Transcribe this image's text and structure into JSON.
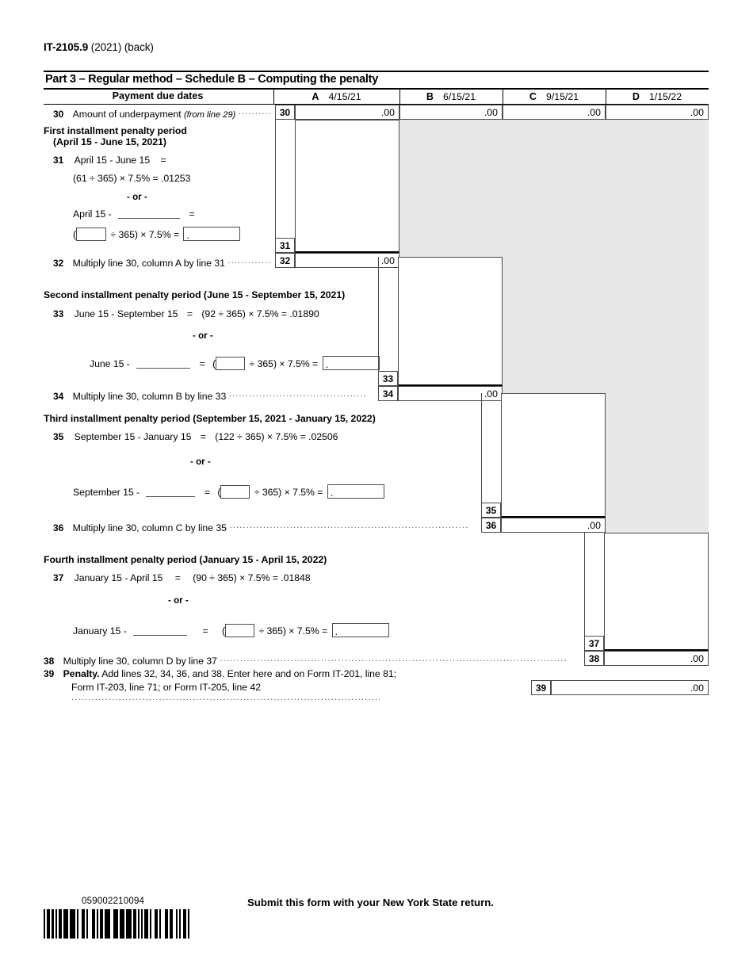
{
  "header": {
    "form_number": "IT-2105.9",
    "year_back": "(2021) (back)"
  },
  "part3": {
    "title": "Part 3 – Regular method – Schedule B – Computing the penalty",
    "payment_due_dates_label": "Payment due dates",
    "columns": [
      {
        "letter": "A",
        "date": "4/15/21"
      },
      {
        "letter": "B",
        "date": "6/15/21"
      },
      {
        "letter": "C",
        "date": "9/15/21"
      },
      {
        "letter": "D",
        "date": "1/15/22"
      }
    ]
  },
  "line30": {
    "number": "30",
    "label_main": "Amount of underpayment",
    "label_italic": "(from line 29)",
    "cents": ".00",
    "values": [
      "",
      "",
      "",
      ""
    ]
  },
  "period1": {
    "heading_line1": "First installment penalty period",
    "heading_line2": "(April 15 - June 15, 2021)",
    "line31": {
      "number": "31",
      "formula_label": "April 15 - June 15",
      "equals": "=",
      "formula": "(61 ÷ 365) × 7.5% = .01253",
      "or": "- or -",
      "alt_prefix": "April 15 -",
      "alt_equals": "=",
      "alt_open_paren": "(",
      "alt_divisor": "÷ 365) × 7.5% =",
      "alt_result_value": "",
      "alt_days_value": "",
      "alt_blank_value": ""
    },
    "line32": {
      "number": "32",
      "label": "Multiply line 30, column A by line 31",
      "cents": ".00",
      "value": ""
    }
  },
  "period2": {
    "heading": "Second installment penalty period (June 15 - September 15, 2021)",
    "line33": {
      "number": "33",
      "formula_label": "June 15 - September 15",
      "equals": "=",
      "formula": "(92 ÷ 365) × 7.5% = .01890",
      "or": "- or -",
      "alt_prefix": "June 15 -",
      "alt_equals": "=",
      "alt_open_paren": "(",
      "alt_divisor": "÷ 365) × 7.5% =",
      "alt_days_value": "",
      "alt_result_value": "",
      "alt_blank_value": ""
    },
    "line34": {
      "number": "34",
      "label": "Multiply line 30, column B by line 33",
      "cents": ".00",
      "value": ""
    }
  },
  "period3": {
    "heading": "Third installment penalty period (September 15, 2021 - January 15, 2022)",
    "line35": {
      "number": "35",
      "formula_label": "September 15 - January 15",
      "equals": "=",
      "formula": "(122 ÷ 365) × 7.5% = .02506",
      "or": "- or -",
      "alt_prefix": "September 15 -",
      "alt_equals": "=",
      "alt_open_paren": "(",
      "alt_divisor": "÷ 365) × 7.5% =",
      "alt_days_value": "",
      "alt_result_value": "",
      "alt_blank_value": ""
    },
    "line36": {
      "number": "36",
      "label": "Multiply line 30, column C by line 35",
      "cents": ".00",
      "value": ""
    }
  },
  "period4": {
    "heading": "Fourth installment penalty period (January 15 - April 15, 2022)",
    "line37": {
      "number": "37",
      "formula_label": "January 15 - April 15",
      "equals": "=",
      "formula": "(90 ÷ 365) × 7.5% = .01848",
      "or": "- or -",
      "alt_prefix": "January 15 -",
      "alt_equals": "=",
      "alt_open_paren": "(",
      "alt_divisor": "÷ 365) × 7.5% =",
      "alt_days_value": "",
      "alt_result_value": "",
      "alt_blank_value": ""
    },
    "line38": {
      "number": "38",
      "label": "Multiply line 30, column D by line 37",
      "cents": ".00",
      "value": ""
    }
  },
  "line39": {
    "number": "39",
    "label_bold": "Penalty.",
    "label_rest": "Add lines 32, 34, 36, and 38. Enter here and on Form IT-201, line 81;",
    "label_line2": "Form IT-203, line 71; or Form IT-205, line 42",
    "cents": ".00",
    "value": ""
  },
  "footer": {
    "barcode_number": "059002210094",
    "submit_note": "Submit this form with your New York State return."
  }
}
